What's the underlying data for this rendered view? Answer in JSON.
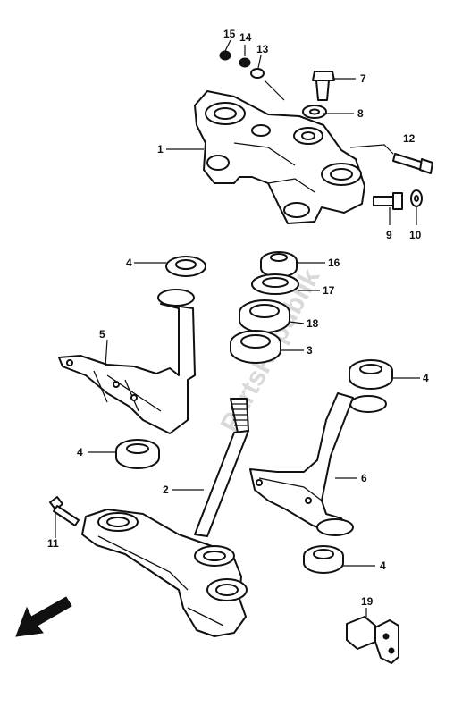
{
  "watermark": "PartsRepublik",
  "callouts": {
    "n1": "1",
    "n2": "2",
    "n3": "3",
    "n4a": "4",
    "n4b": "4",
    "n4c": "4",
    "n4d": "4",
    "n5": "5",
    "n6": "6",
    "n7": "7",
    "n8": "8",
    "n9": "9",
    "n10": "10",
    "n11": "11",
    "n12": "12",
    "n13": "13",
    "n14": "14",
    "n15": "15",
    "n16": "16",
    "n17": "17",
    "n18": "18",
    "n19": "19"
  }
}
